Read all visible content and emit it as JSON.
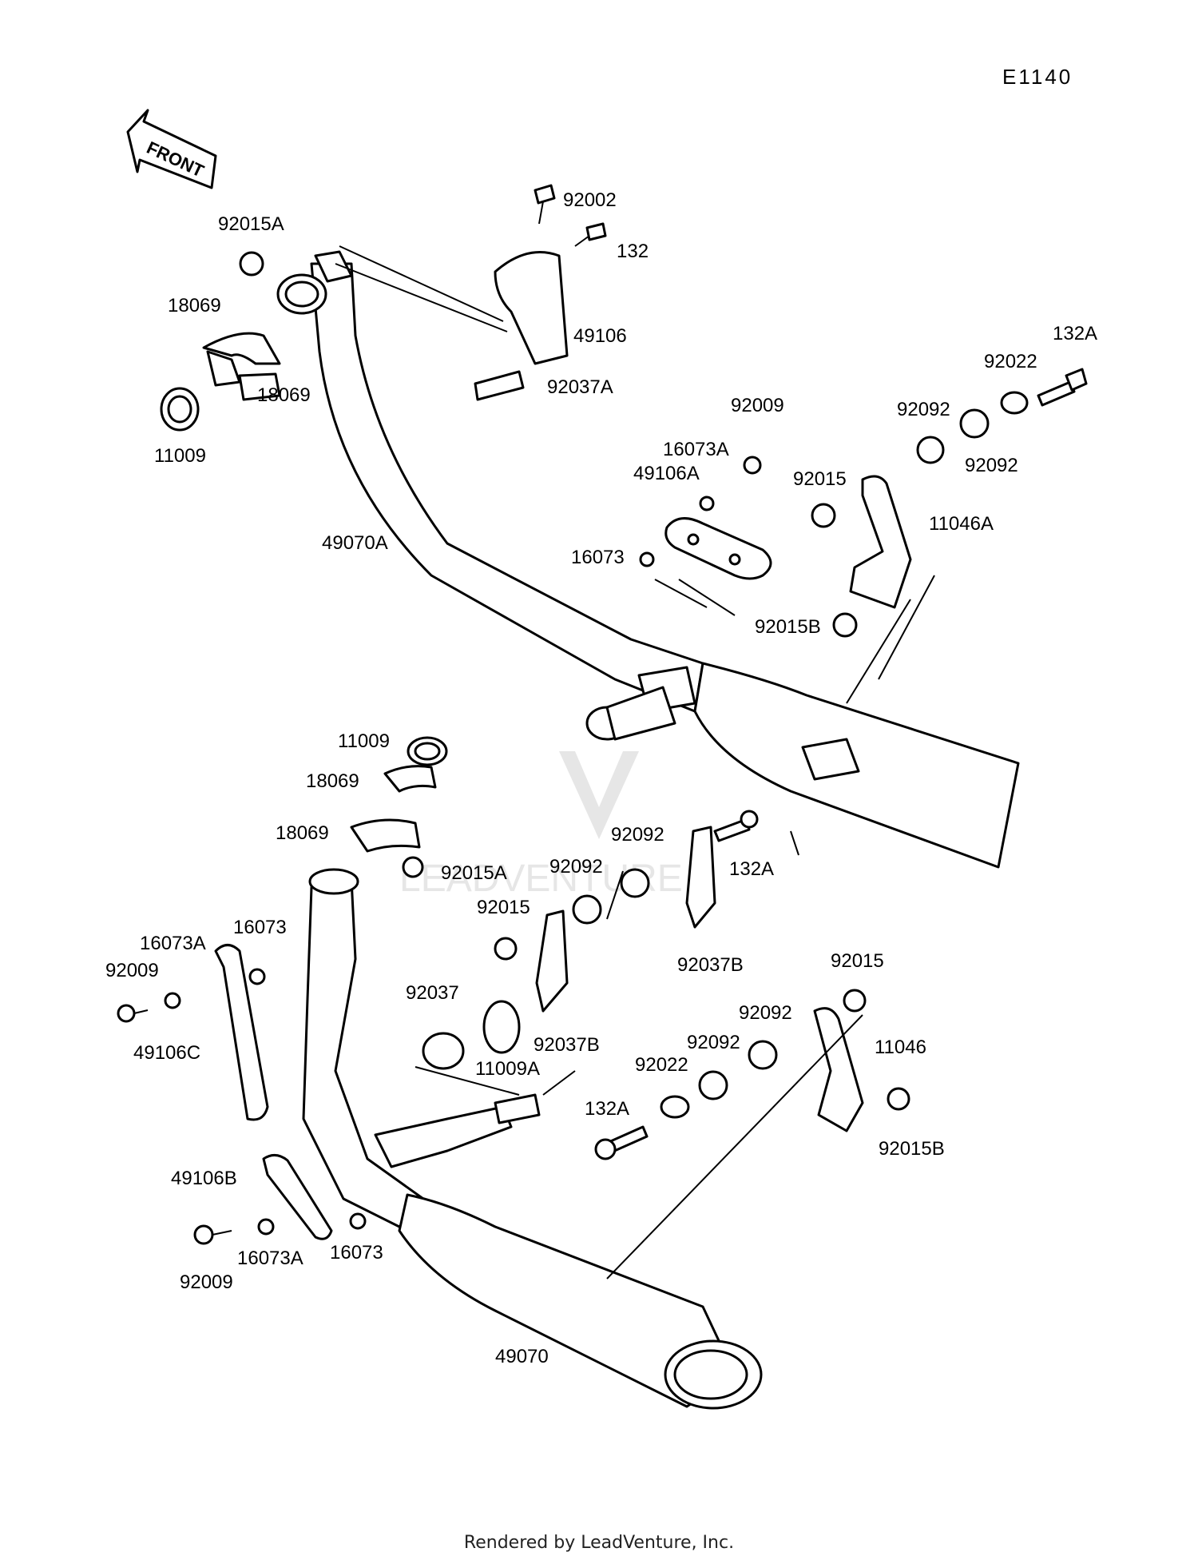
{
  "diagram_id": "E1140",
  "front_label": "FRONT",
  "footer": "Rendered by LeadVenture, Inc.",
  "watermark": "LEADVENTURE",
  "labels": [
    {
      "id": "l1",
      "text": "92002"
    },
    {
      "id": "l2",
      "text": "132"
    },
    {
      "id": "l3",
      "text": "92015A"
    },
    {
      "id": "l4",
      "text": "18069"
    },
    {
      "id": "l5",
      "text": "49106"
    },
    {
      "id": "l6",
      "text": "18069"
    },
    {
      "id": "l7",
      "text": "92037A"
    },
    {
      "id": "l8",
      "text": "11009"
    },
    {
      "id": "l9",
      "text": "132A"
    },
    {
      "id": "l10",
      "text": "92022"
    },
    {
      "id": "l11",
      "text": "92009"
    },
    {
      "id": "l12",
      "text": "92092"
    },
    {
      "id": "l13",
      "text": "16073A"
    },
    {
      "id": "l14",
      "text": "92092"
    },
    {
      "id": "l15",
      "text": "49106A"
    },
    {
      "id": "l16",
      "text": "92015"
    },
    {
      "id": "l17",
      "text": "11046A"
    },
    {
      "id": "l18",
      "text": "49070A"
    },
    {
      "id": "l19",
      "text": "16073"
    },
    {
      "id": "l20",
      "text": "92015B"
    },
    {
      "id": "l21",
      "text": "11009"
    },
    {
      "id": "l22",
      "text": "18069"
    },
    {
      "id": "l23",
      "text": "18069"
    },
    {
      "id": "l24",
      "text": "92015A"
    },
    {
      "id": "l25",
      "text": "92092"
    },
    {
      "id": "l26",
      "text": "92092"
    },
    {
      "id": "l27",
      "text": "132A"
    },
    {
      "id": "l28",
      "text": "92015"
    },
    {
      "id": "l29",
      "text": "92037B"
    },
    {
      "id": "l30",
      "text": "16073A"
    },
    {
      "id": "l31",
      "text": "16073"
    },
    {
      "id": "l32",
      "text": "92009"
    },
    {
      "id": "l33",
      "text": "92037"
    },
    {
      "id": "l34",
      "text": "92015"
    },
    {
      "id": "l35",
      "text": "92037B"
    },
    {
      "id": "l36",
      "text": "92092"
    },
    {
      "id": "l37",
      "text": "11046"
    },
    {
      "id": "l38",
      "text": "49106C"
    },
    {
      "id": "l39",
      "text": "11009A"
    },
    {
      "id": "l40",
      "text": "92092"
    },
    {
      "id": "l41",
      "text": "92022"
    },
    {
      "id": "l42",
      "text": "132A"
    },
    {
      "id": "l43",
      "text": "92015B"
    },
    {
      "id": "l44",
      "text": "49106B"
    },
    {
      "id": "l45",
      "text": "16073"
    },
    {
      "id": "l46",
      "text": "92009"
    },
    {
      "id": "l47",
      "text": "16073A"
    },
    {
      "id": "l48",
      "text": "49070"
    }
  ]
}
